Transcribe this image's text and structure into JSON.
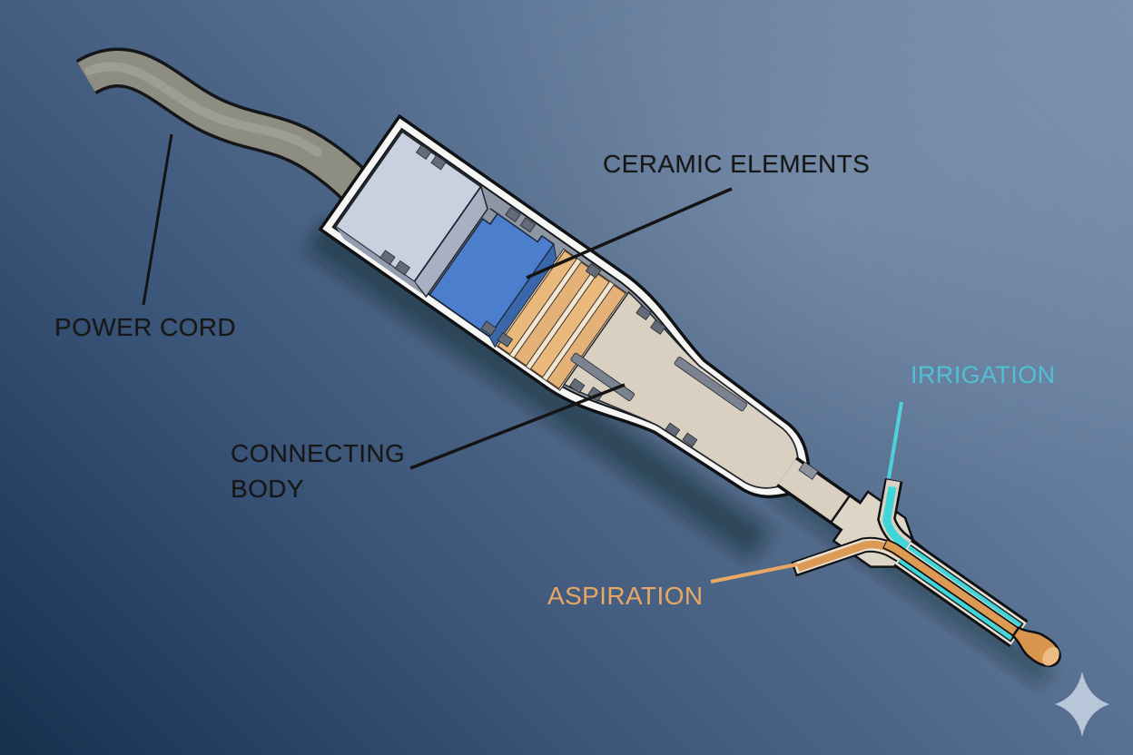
{
  "diagram": {
    "labels": {
      "power_cord": {
        "text": "POWER CORD",
        "color": "#171717"
      },
      "ceramic_elements": {
        "text": "CERAMIC ELEMENTS",
        "color": "#171717"
      },
      "connecting_body": {
        "lines": [
          "CONNECTING",
          "BODY"
        ],
        "color": "#171717"
      },
      "irrigation": {
        "text": "IRRIGATION",
        "color": "#4fc0d5"
      },
      "aspiration": {
        "text": "ASPIRATION",
        "color": "#e8a765"
      }
    },
    "colors": {
      "background_top_right": "#7a90ae",
      "background_bottom_left": "#16304e",
      "power_cord": "#8d8d81",
      "outer_shell": "#f6f6f4",
      "rear_connector_block": "#c9d1e0",
      "transducer_block_blue": "#4b7ecd",
      "ceramic_element": "#e9b87d",
      "connecting_body": "#d9d0c1",
      "irrigation_channel": "#3fd6da",
      "aspiration_channel": "#dd9a55",
      "leader_dark": "#141414",
      "sparkle": "#b7c6d8"
    },
    "icons": {
      "sparkle_icon": "four-pointed-star"
    }
  }
}
